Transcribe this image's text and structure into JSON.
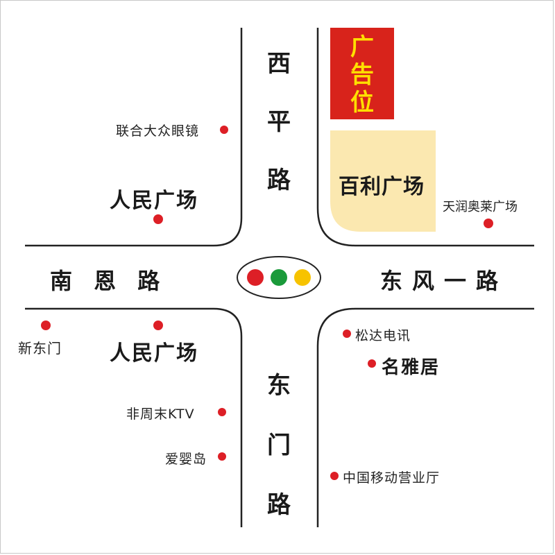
{
  "colors": {
    "road_line": "#222222",
    "poi_dot": "#dd1f26",
    "ad_bg": "#d8231b",
    "ad_text": "#ffe000",
    "plaza_fill": "#fbe8b0",
    "light_red": "#dd1f26",
    "light_green": "#1a9a3a",
    "light_yellow": "#f7c300"
  },
  "roads": {
    "north": "西平路",
    "south": "东门路",
    "west": "南 恩 路",
    "east": "东风一路"
  },
  "ad": {
    "text": "广告位"
  },
  "plaza": {
    "label": "百利广场"
  },
  "traffic_light": {
    "lights": [
      "red",
      "green",
      "yellow"
    ]
  },
  "pois": {
    "glasses": "联合大众眼镜",
    "people_square_nw": "人民广场",
    "tianrun": "天润奥莱广场",
    "xin_dongmen": "新东门",
    "people_square_sw": "人民广场",
    "fei_zhoumo": "非周末KTV",
    "aiyingdao": "爱婴岛",
    "songda": "松达电讯",
    "mingyaju": "名雅居",
    "china_mobile": "中国移动营业厅"
  }
}
